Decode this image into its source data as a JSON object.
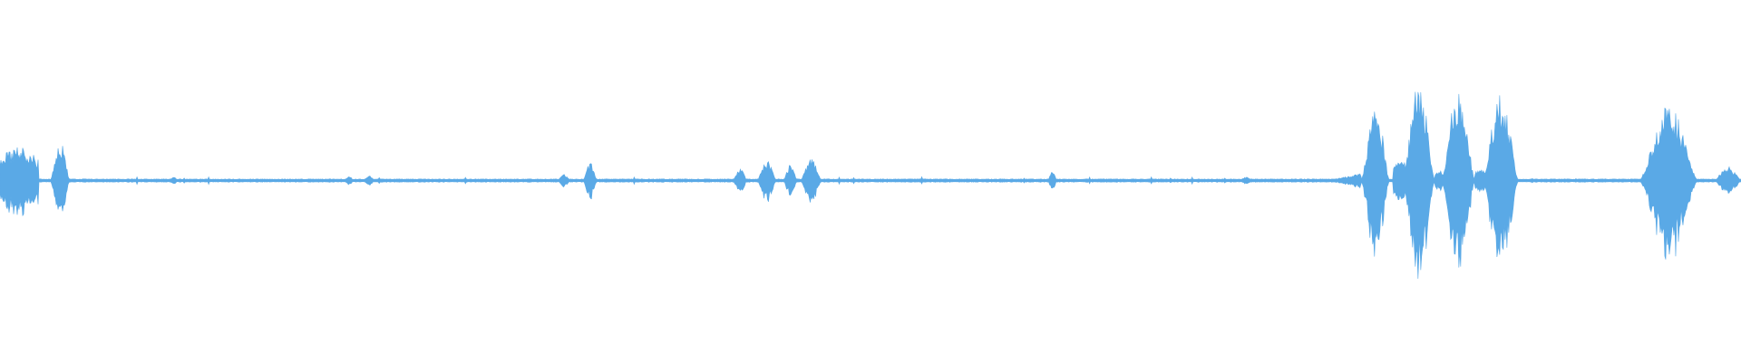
{
  "waveform": {
    "color": "#5aa9e6",
    "background": "#ffffff",
    "sample_count": 1920,
    "bursts": [
      {
        "start": 0.0,
        "end": 0.022,
        "level": 0.34,
        "shape": "block"
      },
      {
        "start": 0.029,
        "end": 0.04,
        "level": 0.4,
        "shape": "spike"
      },
      {
        "start": 0.098,
        "end": 0.102,
        "level": 0.04,
        "shape": "spike"
      },
      {
        "start": 0.198,
        "end": 0.203,
        "level": 0.04,
        "shape": "spike"
      },
      {
        "start": 0.209,
        "end": 0.215,
        "level": 0.05,
        "shape": "spike"
      },
      {
        "start": 0.32,
        "end": 0.328,
        "level": 0.06,
        "shape": "spike"
      },
      {
        "start": 0.335,
        "end": 0.343,
        "level": 0.18,
        "shape": "spike"
      },
      {
        "start": 0.421,
        "end": 0.429,
        "level": 0.13,
        "shape": "spike"
      },
      {
        "start": 0.435,
        "end": 0.446,
        "level": 0.2,
        "shape": "spike"
      },
      {
        "start": 0.45,
        "end": 0.458,
        "level": 0.16,
        "shape": "spike"
      },
      {
        "start": 0.46,
        "end": 0.472,
        "level": 0.22,
        "shape": "spike"
      },
      {
        "start": 0.602,
        "end": 0.607,
        "level": 0.09,
        "shape": "spike"
      },
      {
        "start": 0.712,
        "end": 0.72,
        "level": 0.03,
        "shape": "spike"
      },
      {
        "start": 0.764,
        "end": 0.782,
        "level": 0.07,
        "shape": "ramp"
      },
      {
        "start": 0.782,
        "end": 0.798,
        "level": 0.78,
        "shape": "spike"
      },
      {
        "start": 0.8,
        "end": 0.81,
        "level": 0.2,
        "shape": "block"
      },
      {
        "start": 0.806,
        "end": 0.824,
        "level": 1.0,
        "shape": "spike"
      },
      {
        "start": 0.824,
        "end": 0.83,
        "level": 0.1,
        "shape": "block"
      },
      {
        "start": 0.828,
        "end": 0.847,
        "level": 0.95,
        "shape": "spike"
      },
      {
        "start": 0.847,
        "end": 0.854,
        "level": 0.12,
        "shape": "block"
      },
      {
        "start": 0.852,
        "end": 0.872,
        "level": 0.9,
        "shape": "spike"
      },
      {
        "start": 0.942,
        "end": 0.975,
        "level": 0.78,
        "shape": "spike"
      },
      {
        "start": 0.985,
        "end": 1.0,
        "level": 0.14,
        "shape": "spike"
      }
    ]
  }
}
